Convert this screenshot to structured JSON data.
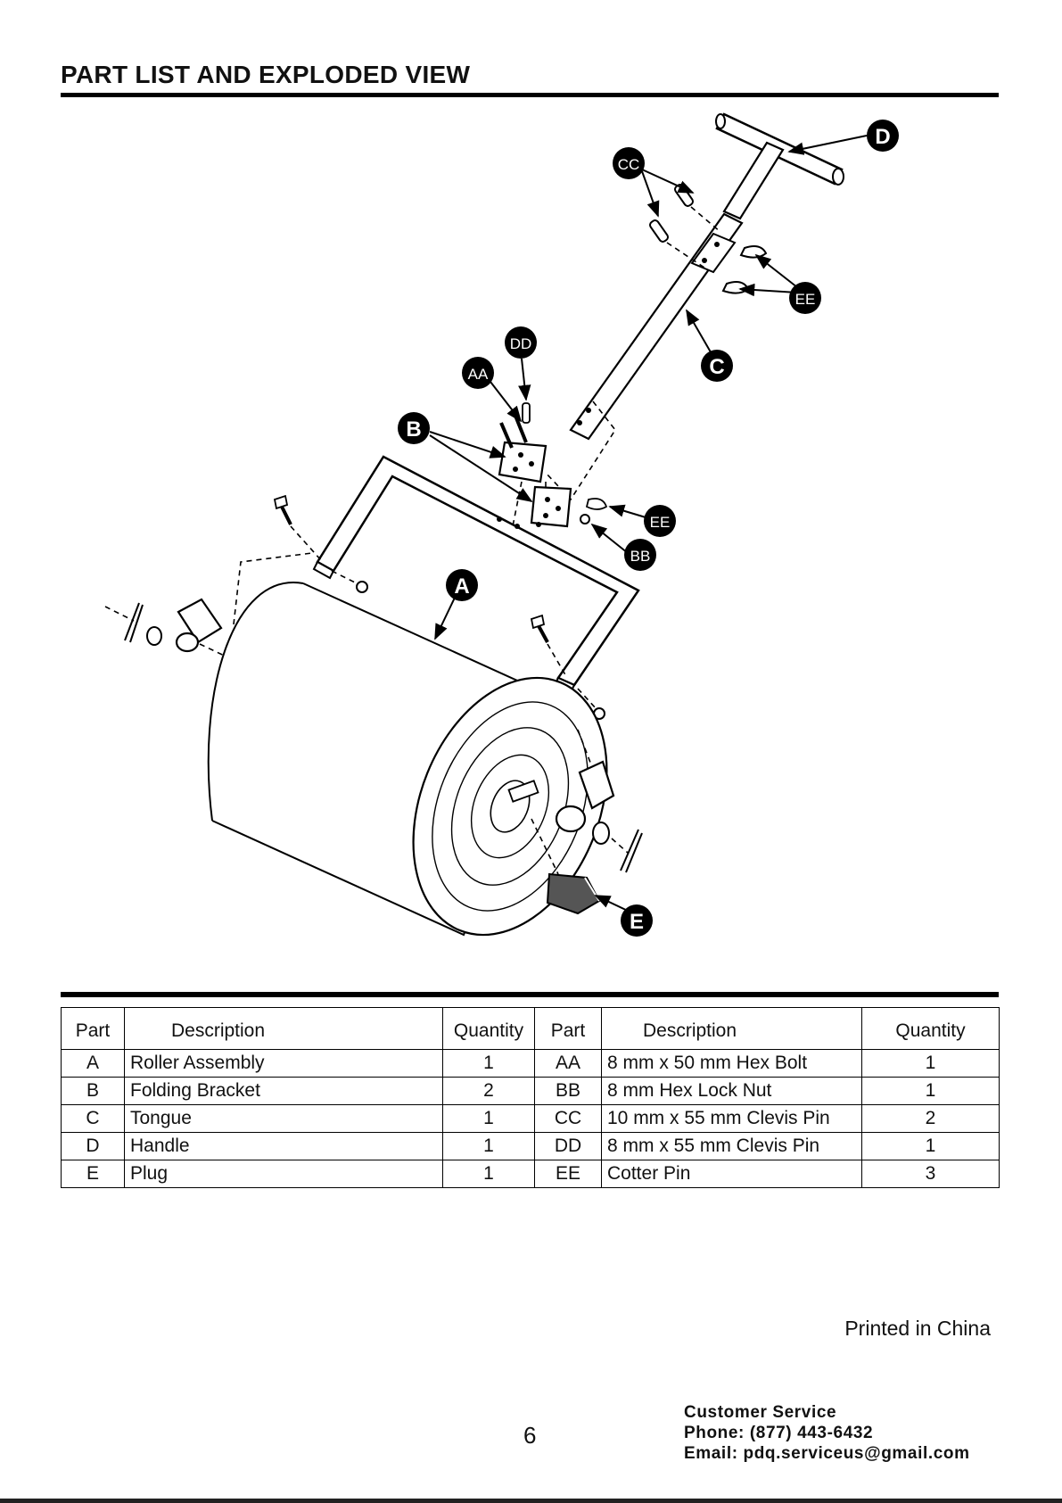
{
  "page": {
    "title": "PART LIST AND EXPLODED VIEW",
    "printed": "Printed in China",
    "page_number": "6",
    "customer_service": {
      "heading": "Customer Service",
      "phone": "Phone: (877) 443-6432",
      "email": "Email: pdq.serviceus@gmail.com"
    }
  },
  "diagram": {
    "callouts": {
      "A": "A",
      "B": "B",
      "C": "C",
      "D": "D",
      "E": "E",
      "AA": "AA",
      "BB": "BB",
      "CC": "CC",
      "DD": "DD",
      "EE1": "EE",
      "EE2": "EE"
    }
  },
  "table": {
    "headers": [
      "Part",
      "Description",
      "Quantity",
      "Part",
      "Description",
      "Quantity"
    ],
    "rows": [
      {
        "part": "A",
        "description": "Roller Assembly",
        "quantity": "1",
        "part2": "AA",
        "description2": "8 mm x 50 mm Hex Bolt",
        "quantity2": "1"
      },
      {
        "part": "B",
        "description": "Folding Bracket",
        "quantity": "2",
        "part2": "BB",
        "description2": "8 mm Hex Lock Nut",
        "quantity2": "1"
      },
      {
        "part": "C",
        "description": "Tongue",
        "quantity": "1",
        "part2": "CC",
        "description2": "10 mm x 55 mm Clevis Pin",
        "quantity2": "2"
      },
      {
        "part": "D",
        "description": "Handle",
        "quantity": "1",
        "part2": "DD",
        "description2": "8 mm x 55 mm Clevis Pin",
        "quantity2": "1"
      },
      {
        "part": "E",
        "description": "Plug",
        "quantity": "1",
        "part2": "EE",
        "description2": "Cotter Pin",
        "quantity2": "3"
      }
    ]
  }
}
